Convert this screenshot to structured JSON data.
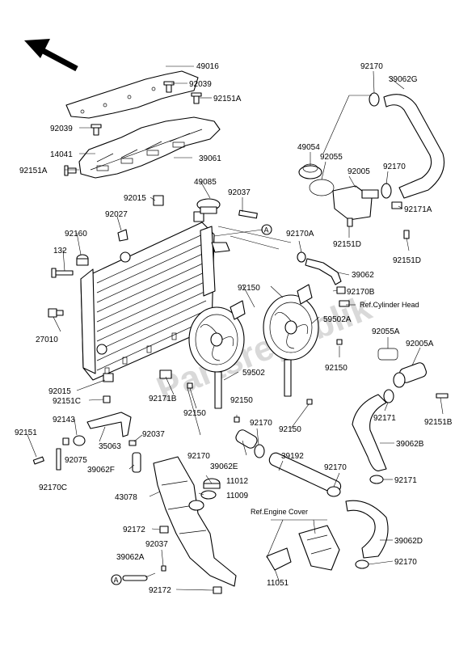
{
  "watermark": "Partsrepublik",
  "arrow_icon": "front-direction-arrow",
  "parts": {
    "p49016": "49016",
    "p92039a": "92039",
    "p92151Aa": "92151A",
    "p92039b": "92039",
    "p14041": "14041",
    "p92151Ab": "92151A",
    "p39061": "39061",
    "p49085": "49085",
    "p92015a": "92015",
    "p92037a": "92037",
    "p92027": "92027",
    "p92160": "92160",
    "p132": "132",
    "p27010": "27010",
    "p92015b": "92015",
    "p92151C": "92151C",
    "p92143": "92143",
    "p92151": "92151",
    "p92075": "92075",
    "p35063": "35063",
    "p92170C": "92170C",
    "p92037b": "92037",
    "p39062F": "39062F",
    "p43078": "43078",
    "p11012": "11012",
    "p11009": "11009",
    "p92172a": "92172",
    "p92037c": "92037",
    "p39062A": "39062A",
    "p92172b": "92172",
    "p11051": "11051",
    "p92171B": "92171B",
    "p92150a": "92150",
    "p92150b": "92150",
    "p92170a": "92170",
    "p39062E": "39062E",
    "p59502": "59502",
    "p92150c": "92150",
    "p92150d": "92150",
    "p92170b": "92170",
    "p39192": "39192",
    "p92170c": "92170",
    "p92170d": "92170",
    "p39062G": "39062G",
    "p49054": "49054",
    "p92055": "92055",
    "p92005": "92005",
    "p92170e": "92170",
    "p92171A": "92171A",
    "p92151Da": "92151D",
    "p92151Db": "92151D",
    "p92170A": "92170A",
    "p39062": "39062",
    "p92170B": "92170B",
    "p59502A": "59502A",
    "p92150e": "92150",
    "p92055A": "92055A",
    "p92005A": "92005A",
    "p92171a": "92171",
    "p92151B": "92151B",
    "p39062B": "39062B",
    "p92171b": "92171",
    "p39062D": "39062D",
    "p92170f": "92170"
  },
  "references": {
    "cylinder_head": "Ref.Cylinder Head",
    "engine_cover": "Ref.Engine Cover"
  },
  "connector_marker": "A"
}
